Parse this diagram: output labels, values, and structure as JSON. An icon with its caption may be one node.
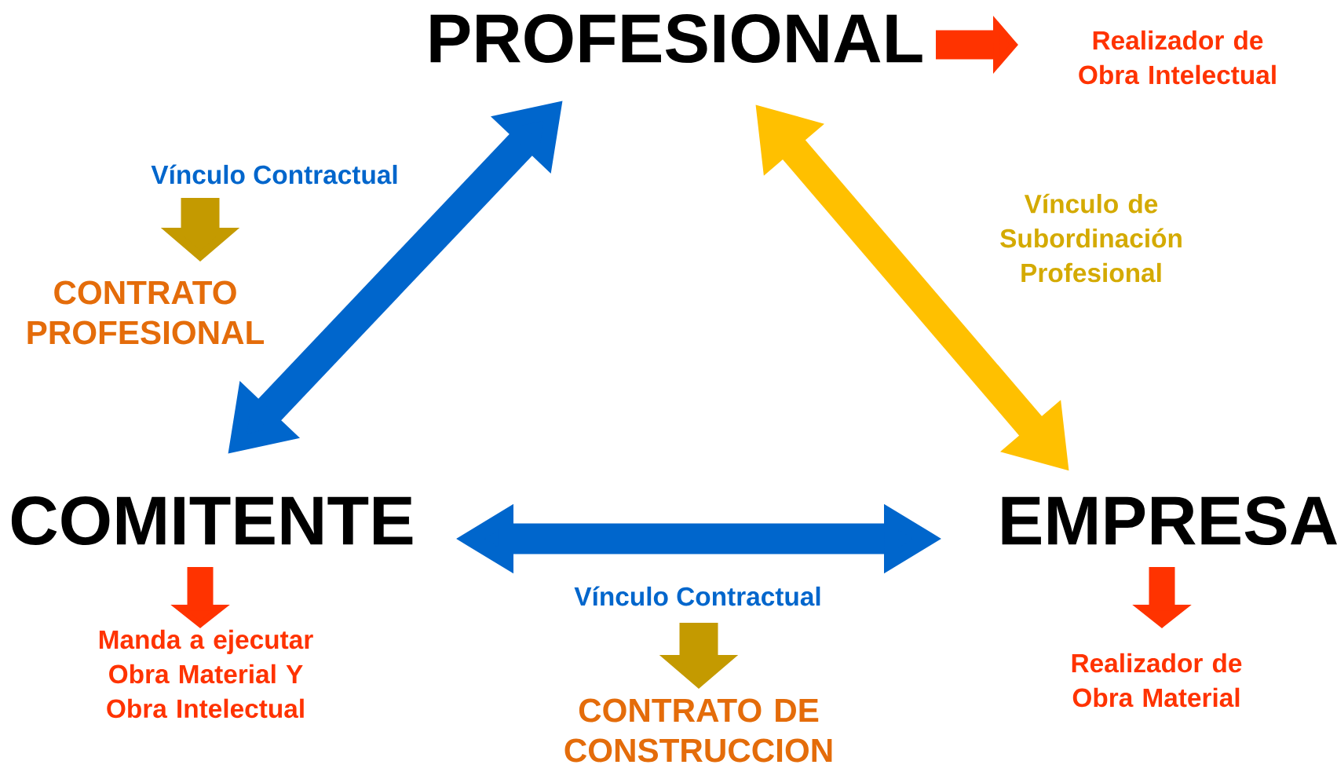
{
  "diagram": {
    "nodes": [
      {
        "text": [
          "PROFESIONAL"
        ]
      },
      {
        "text": [
          "COMITENTE"
        ]
      },
      {
        "text": [
          "EMPRESA"
        ]
      },
      {
        "text": [
          "Realizador de Obra Intelectual"
        ]
      },
      {
        "text": [
          "Vínculo Contractual"
        ]
      },
      {
        "text": [
          "CONTRATO PROFESIONAL"
        ]
      },
      {
        "text": [
          "Manda a ejecutar Obra Material Y Obra Intelectual"
        ]
      },
      {
        "text": [
          "Vínculo Contractual"
        ]
      },
      {
        "text": [
          "CONTRATO DE CONSTRUCCION"
        ]
      },
      {
        "text": [
          "Realizador de Obra Material"
        ]
      }
    ],
    "edges": [
      {
        "from": 0,
        "to": 3,
        "arrow": "to",
        "color": "#ff3300"
      },
      {
        "from": 0,
        "to": 1,
        "arrow": "both",
        "color": "#0066cc"
      },
      {
        "from": 0,
        "to": 2,
        "arrow": "both",
        "color": "#ffc000",
        "label": "Vínculo de Subordinación Profesional"
      },
      {
        "from": 1,
        "to": 2,
        "arrow": "both",
        "color": "#0066cc"
      },
      {
        "from": 4,
        "to": 5,
        "arrow": "to",
        "color": "#c49a00"
      },
      {
        "from": 1,
        "to": 6,
        "arrow": "to",
        "color": "#ff3300"
      },
      {
        "from": 7,
        "to": 8,
        "arrow": "to",
        "color": "#c49a00"
      },
      {
        "from": 2,
        "to": 9,
        "arrow": "to",
        "color": "#ff3300"
      }
    ]
  }
}
